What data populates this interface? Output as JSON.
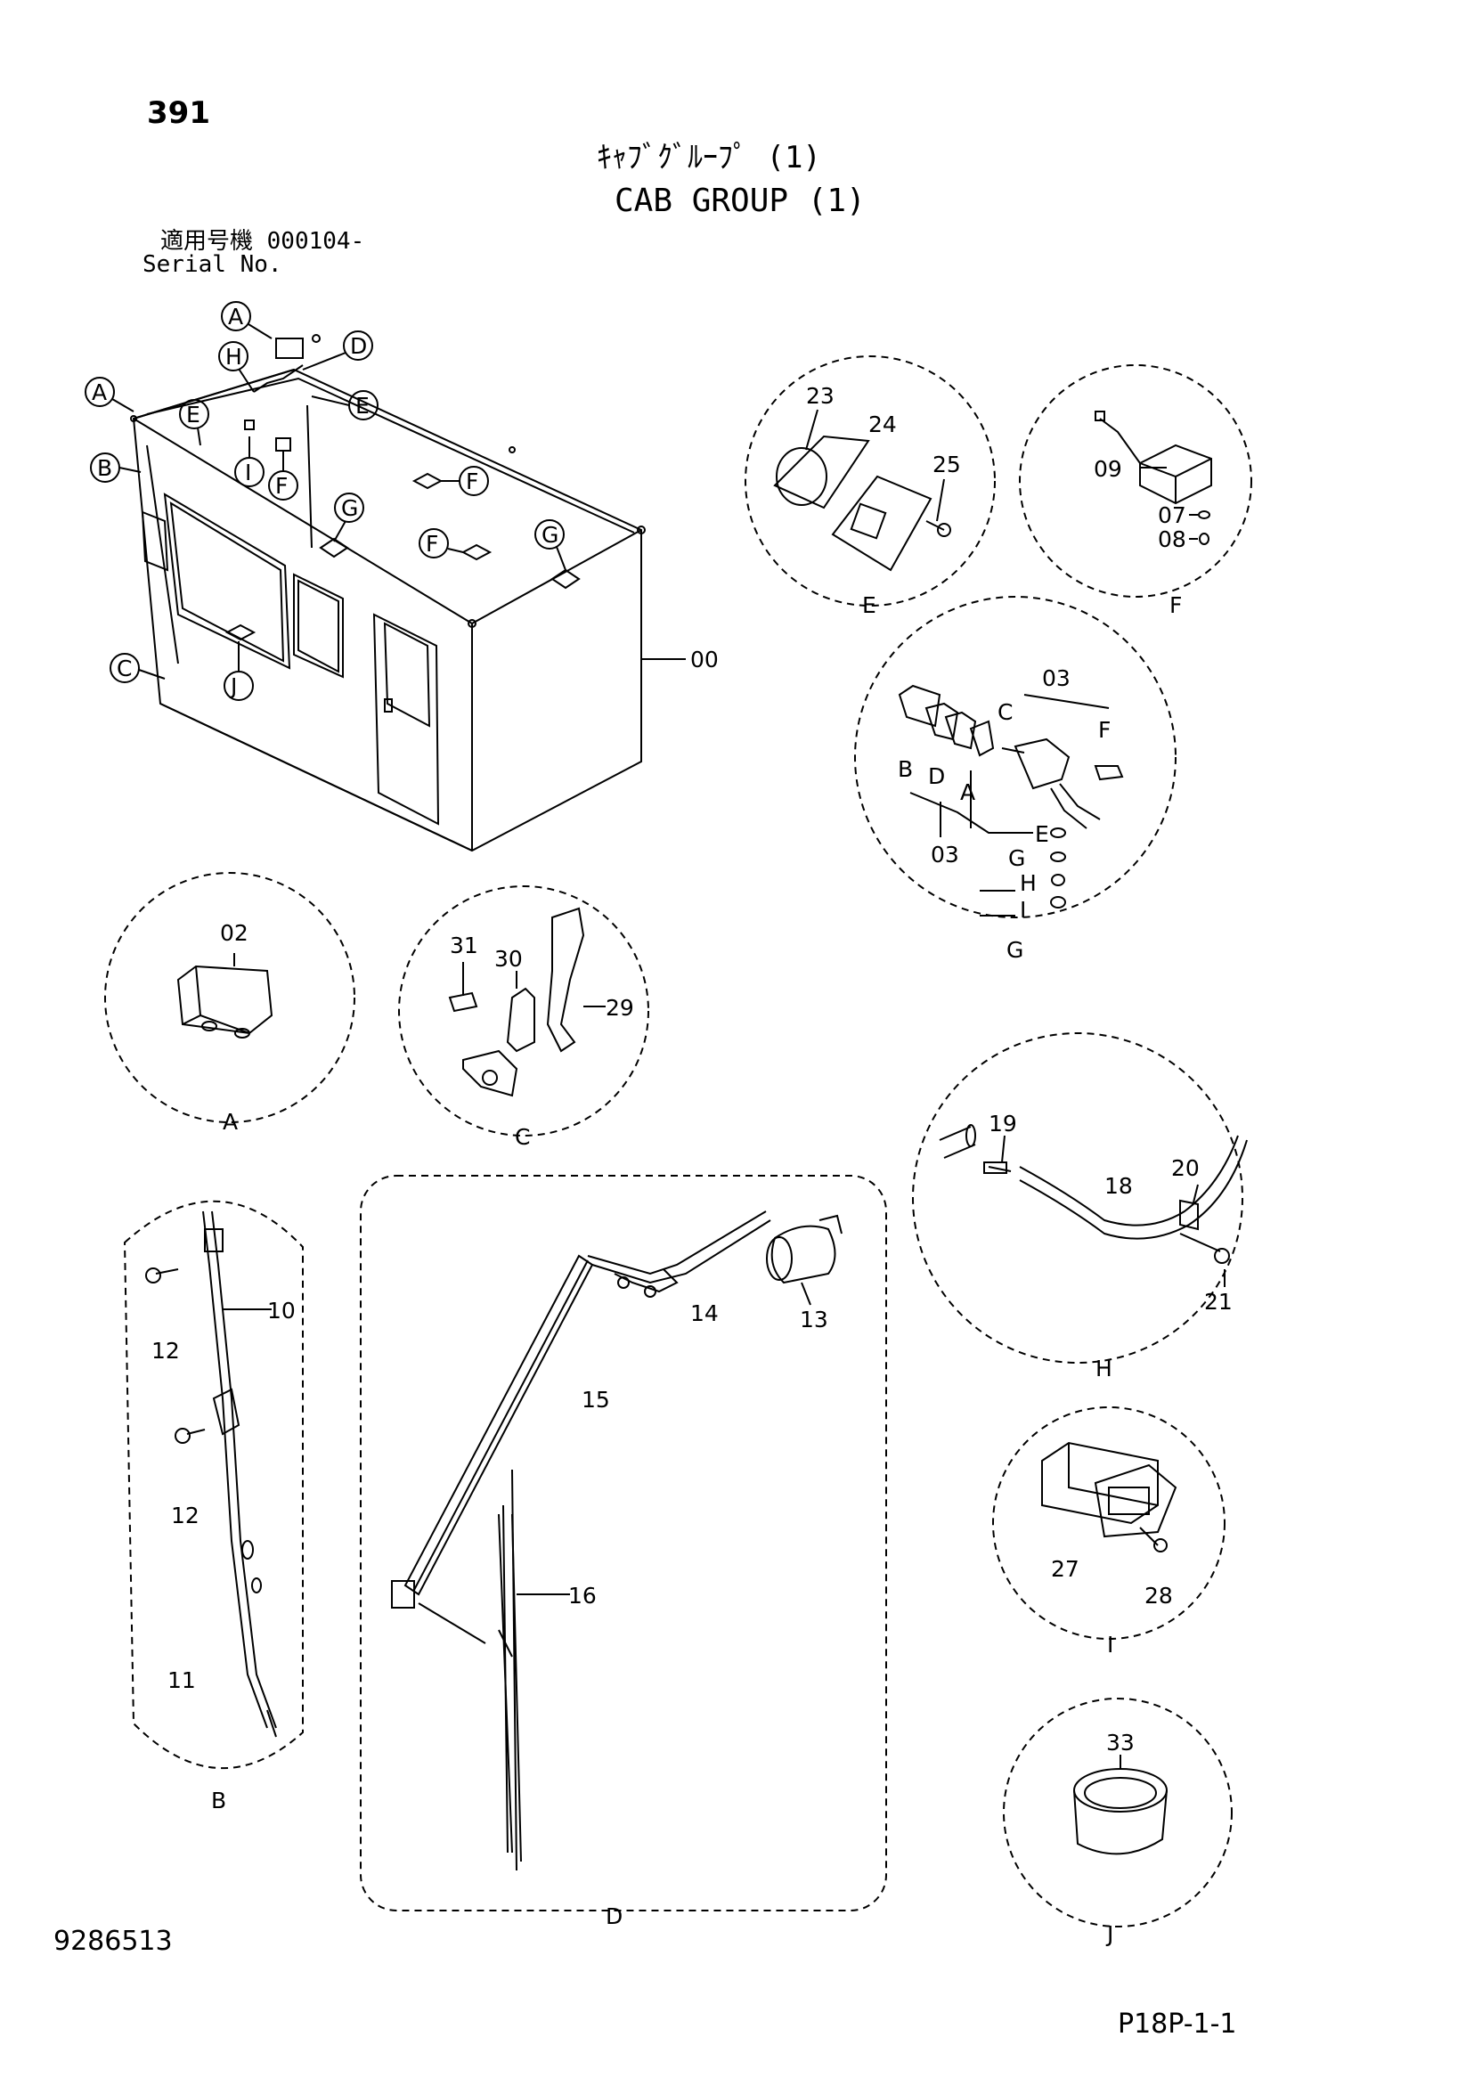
{
  "header": {
    "page_number": "391",
    "title_jp": "ｷｬﾌﾞｸﾞﾙｰﾌﾟ (1)",
    "title_en": "CAB GROUP (1)",
    "serial_jp": "適用号機  000104-",
    "serial_en": "Serial No."
  },
  "footer": {
    "doc_number": "9286513",
    "page_code": "P18P-1-1"
  },
  "callouts": {
    "A": "A",
    "B": "B",
    "C": "C",
    "D": "D",
    "E": "E",
    "F": "F",
    "G": "G",
    "H": "H",
    "I": "I",
    "J": "J"
  },
  "parts": {
    "p00": "00",
    "p02": "02",
    "p03": "03",
    "p07": "07",
    "p08": "08",
    "p09": "09",
    "p10": "10",
    "p11": "11",
    "p12": "12",
    "p13": "13",
    "p14": "14",
    "p15": "15",
    "p16": "16",
    "p18": "18",
    "p19": "19",
    "p20": "20",
    "p21": "21",
    "p23": "23",
    "p24": "24",
    "p25": "25",
    "p27": "27",
    "p28": "28",
    "p29": "29",
    "p30": "30",
    "p31": "31",
    "p33": "33"
  }
}
